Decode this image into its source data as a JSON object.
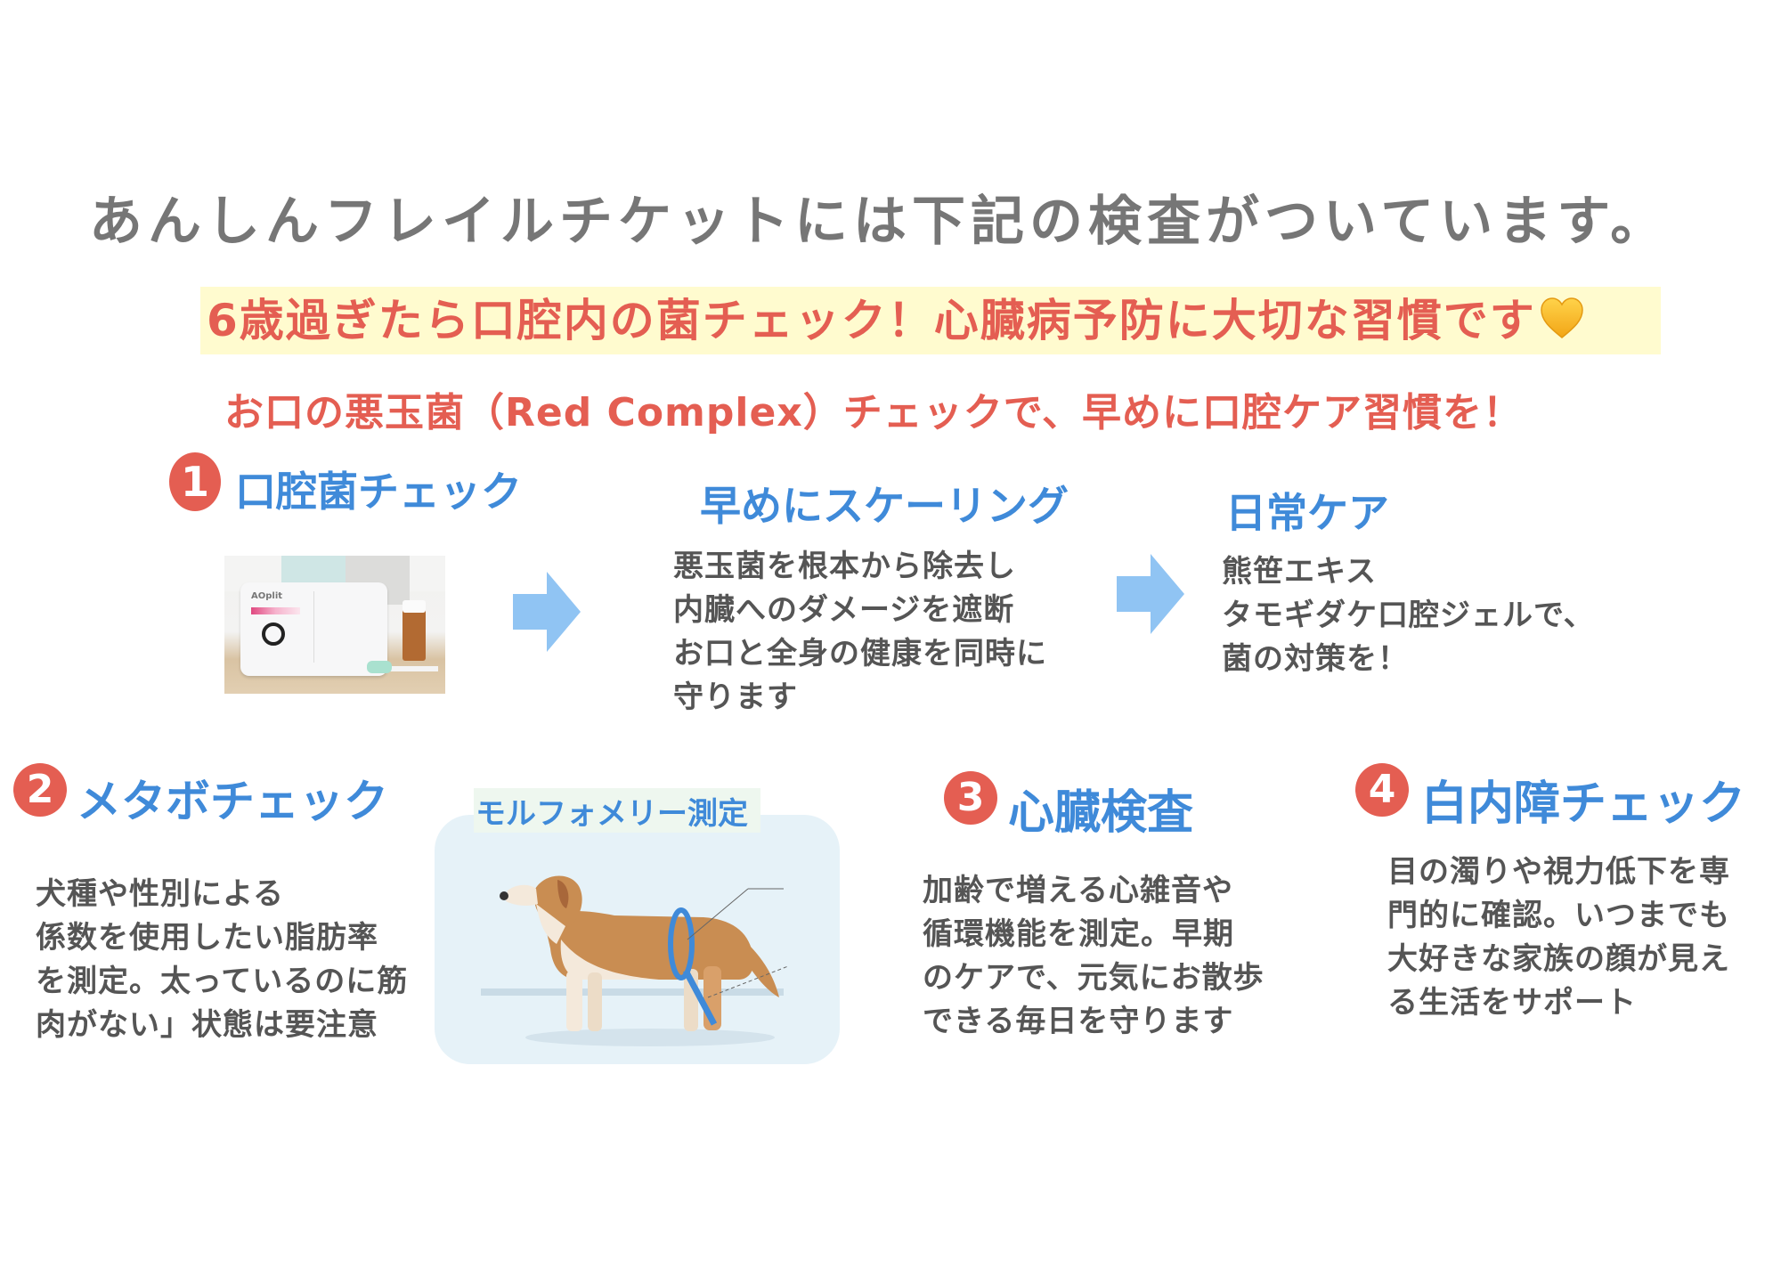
{
  "headline": "あんしんフレイルチケットには下記の検査がついています。",
  "banner": {
    "text": "6歳過ぎたら口腔内の菌チェック！心臓病予防に大切な習慣です",
    "icon": "yellow-heart-icon",
    "bg_color": "#fffbcf",
    "text_color": "#e45e52"
  },
  "subheading": "お口の悪玉菌（Red Complex）チェックで、早めに口腔ケア習慣を！",
  "oral_flow": {
    "step1": {
      "number": "1",
      "title": "口腔菌チェック",
      "image_alt": "AOplit test kit photo",
      "kit_brand": "AOplit"
    },
    "step2": {
      "title": "早めにスケーリング",
      "body": "悪玉菌を根本から除去し\n内臓へのダメージを遮断\nお口と全身の健康を同時に\n守ります"
    },
    "step3": {
      "title": "日常ケア",
      "body": "熊笹エキス\nタモギダケ口腔ジェルで、\n菌の対策を！"
    },
    "arrow_icon": "right-arrow-icon",
    "arrow_color": "#90c4f3"
  },
  "checks": [
    {
      "number": "2",
      "title": "メタボチェック",
      "body": "犬種や性別による\n係数を使用したい脂肪率\nを測定。太っているのに筋\n肉がない」状態は要注意",
      "figure_label": "モルフォメリー測定"
    },
    {
      "number": "3",
      "title": "心臓検査",
      "body": "加齢で増える心雑音や\n循環機能を測定。早期\nのケアで、元気にお散歩\nできる毎日を守ります"
    },
    {
      "number": "4",
      "title": "白内障チェック",
      "body": "目の濁りや視力低下を専\n門的に確認。いつまでも\n大好きな家族の顔が見え\nる生活をサポート"
    }
  ],
  "colors": {
    "accent_red": "#e45e52",
    "title_blue": "#3f8ad9",
    "body_gray": "#555555",
    "headline_gray": "#767676"
  }
}
